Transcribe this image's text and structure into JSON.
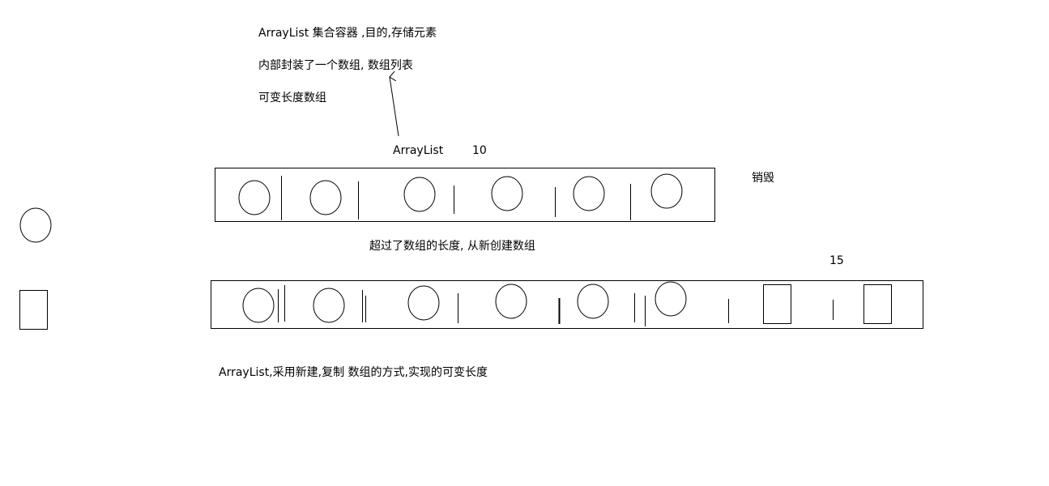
{
  "notes": {
    "line1": "ArrayList 集合容器 ,目的,存储元素",
    "line2": "内部封装了一个数组, 数组列表",
    "line3": "可变长度数组",
    "arraylist_label": "ArrayList",
    "original_capacity": "10",
    "destroy_label": "销毁",
    "overflow_note": "超过了数组的长度, 从新创建数组",
    "new_capacity": "15",
    "summary": "ArrayList,采用新建,复制 数组的方式,实现的可变长度"
  },
  "colors": {
    "stroke": "#000000",
    "background": "#ffffff"
  }
}
